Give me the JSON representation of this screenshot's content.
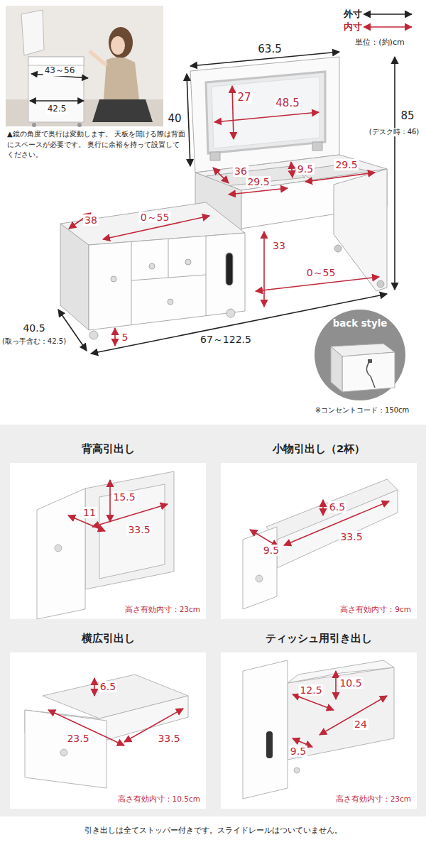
{
  "diagram": {
    "nodes": [
      {
        "text": [
          "back style"
        ]
      },
      {
        "text": [
          "背高引出し",
          "高さ有効内寸：23cm"
        ]
      },
      {
        "text": [
          "小物引出し（2杯）",
          "高さ有効内寸：9cm"
        ]
      },
      {
        "text": [
          "横広引出し",
          "高さ有効内寸：10.5cm"
        ]
      },
      {
        "text": [
          "ティッシュ用引き出し",
          "高さ有効内寸：23cm"
        ]
      }
    ],
    "labels": [
      "外寸",
      "内寸",
      "単位：(約)cm",
      "43～56",
      "42.5",
      "▲鏡の角度で奥行は変動します。 天板を開ける際は背面にスペースが必要です。 奥行に余裕を持って設置してください。",
      "63.5",
      "40",
      "27",
      "48.5",
      "85",
      "(デスク時：46)",
      "36",
      "29.5",
      "9.5",
      "29.5",
      "38",
      "0～55",
      "33",
      "0～55",
      "40.5",
      "(取っ手含む：42.5)",
      "5",
      "67～122.5",
      "※コンセントコード：150cm",
      "15.5",
      "11",
      "33.5",
      "6.5",
      "9.5",
      "33.5",
      "6.5",
      "23.5",
      "33.5",
      "10.5",
      "12.5",
      "24",
      "9.5",
      "引き出しは全てストッパー付きです。スライドレールはついていません。"
    ]
  }
}
